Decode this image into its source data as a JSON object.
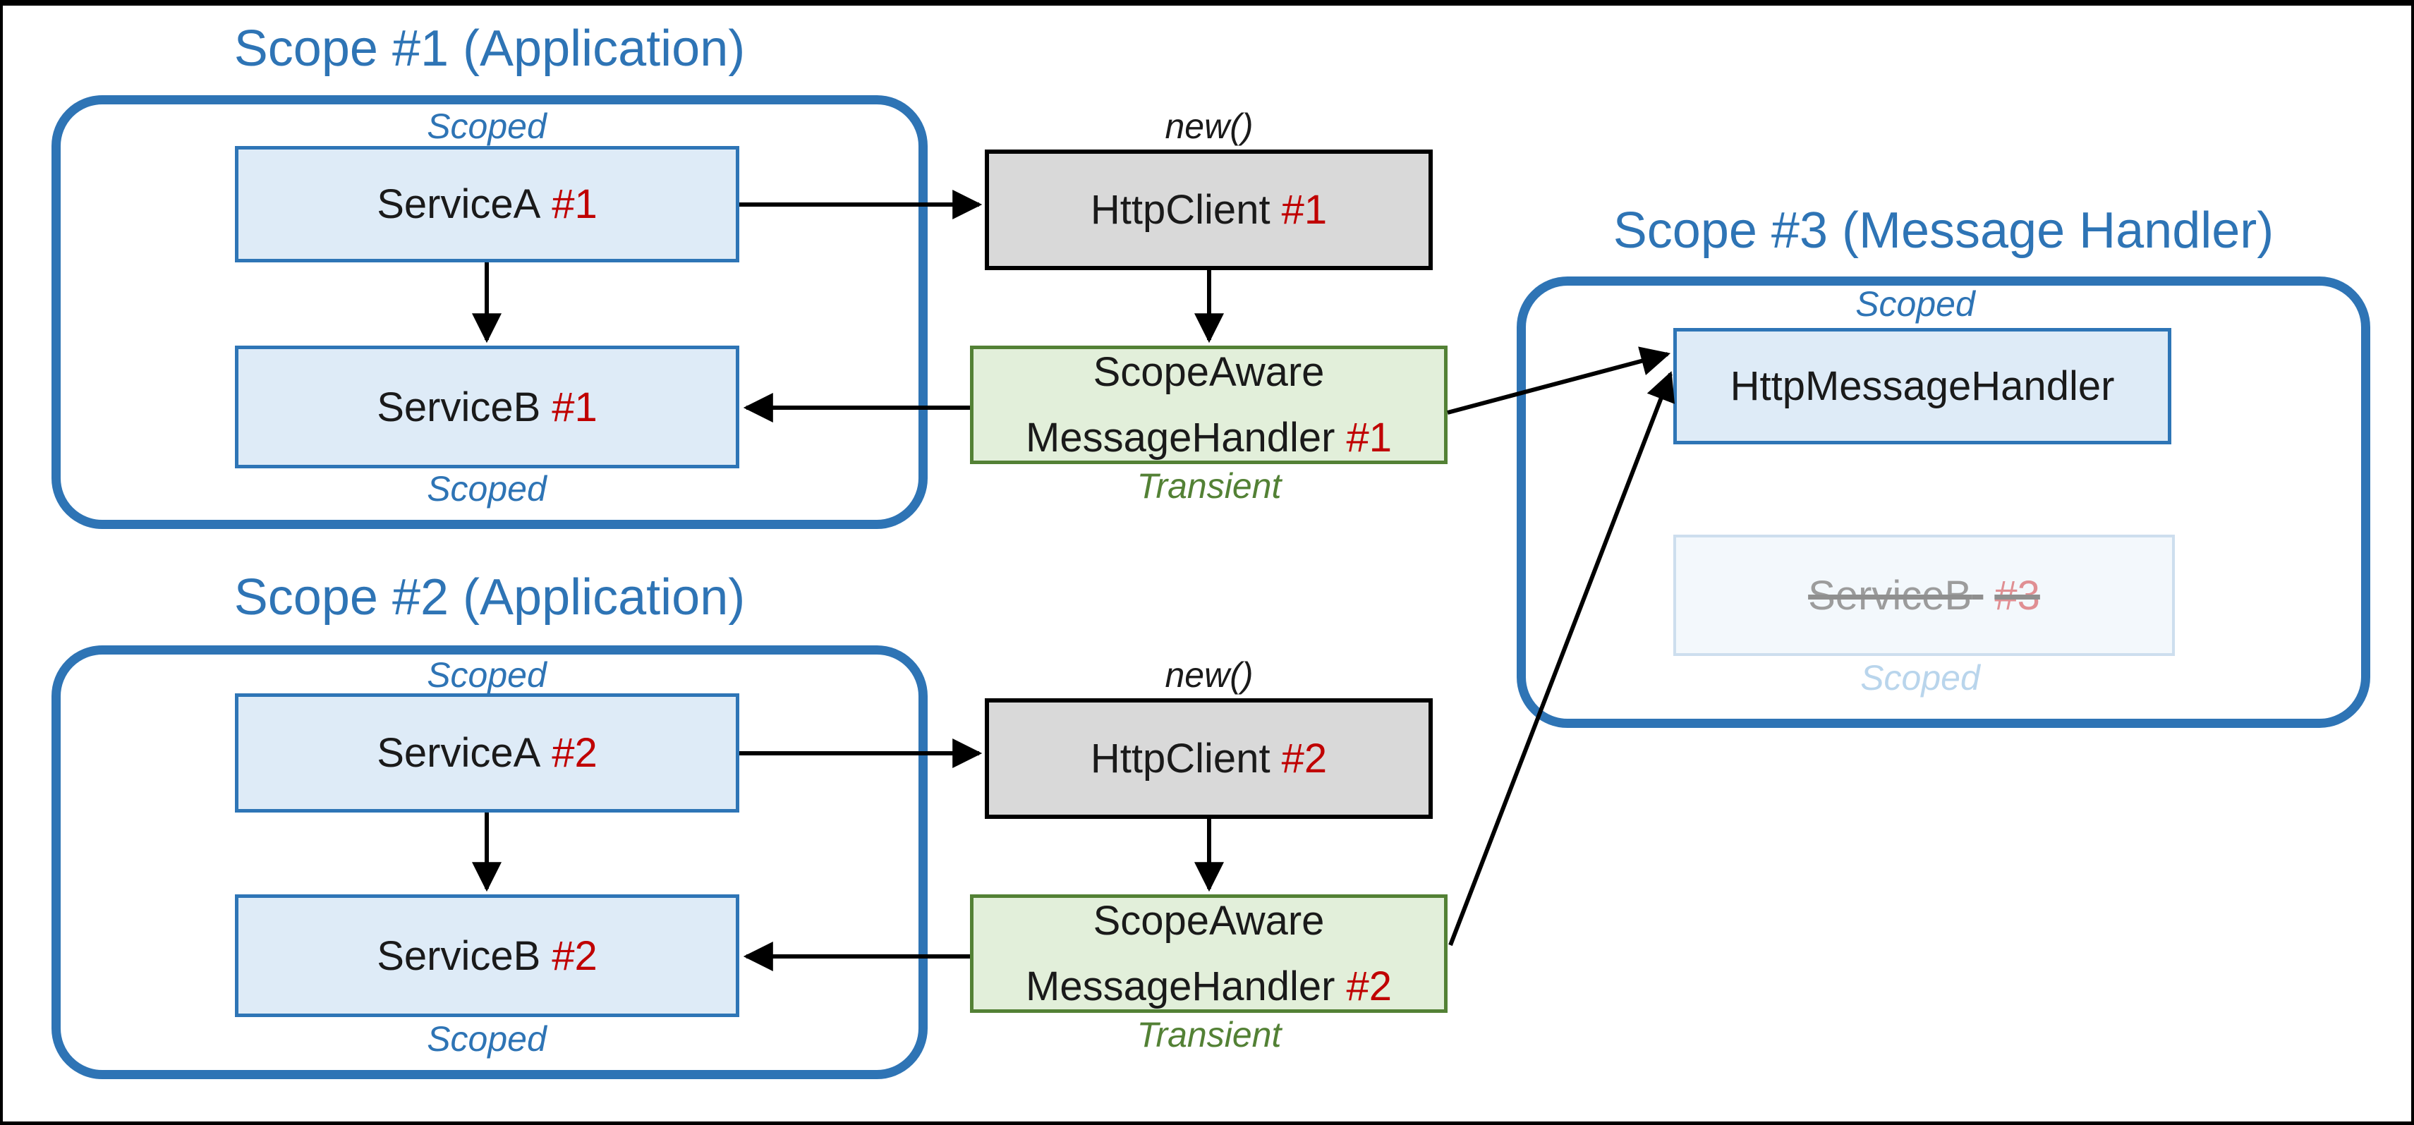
{
  "diagram": {
    "scope1": {
      "title": "Scope #1 (Application)",
      "scoped_top": "Scoped",
      "scoped_bottom": "Scoped",
      "service_a": {
        "name": "ServiceA",
        "instance": "#1"
      },
      "service_b": {
        "name": "ServiceB",
        "instance": "#1"
      }
    },
    "scope2": {
      "title": "Scope #2 (Application)",
      "scoped_top": "Scoped",
      "scoped_bottom": "Scoped",
      "service_a": {
        "name": "ServiceA",
        "instance": "#2"
      },
      "service_b": {
        "name": "ServiceB",
        "instance": "#2"
      }
    },
    "scope3": {
      "title": "Scope #3 (Message Handler)",
      "scoped_top": "Scoped",
      "scoped_bottom": "Scoped",
      "http_message_handler": "HttpMessageHandler",
      "service_b_crossed": {
        "name": "ServiceB",
        "instance": "#3"
      }
    },
    "pipeline1": {
      "new_label": "new()",
      "http_client": {
        "name": "HttpClient",
        "instance": "#1"
      },
      "handler": {
        "line1": "ScopeAware",
        "line2": "MessageHandler",
        "instance": "#1"
      },
      "transient_label": "Transient"
    },
    "pipeline2": {
      "new_label": "new()",
      "http_client": {
        "name": "HttpClient",
        "instance": "#2"
      },
      "handler": {
        "line1": "ScopeAware",
        "line2": "MessageHandler",
        "instance": "#2"
      },
      "transient_label": "Transient"
    },
    "edges": [
      {
        "from": "ServiceA #1",
        "to": "HttpClient #1"
      },
      {
        "from": "ServiceA #1",
        "to": "ServiceB #1"
      },
      {
        "from": "HttpClient #1",
        "to": "ScopeAware MessageHandler #1"
      },
      {
        "from": "ScopeAware MessageHandler #1",
        "to": "ServiceB #1"
      },
      {
        "from": "ScopeAware MessageHandler #1",
        "to": "HttpMessageHandler"
      },
      {
        "from": "ServiceA #2",
        "to": "HttpClient #2"
      },
      {
        "from": "ServiceA #2",
        "to": "ServiceB #2"
      },
      {
        "from": "HttpClient #2",
        "to": "ScopeAware MessageHandler #2"
      },
      {
        "from": "ScopeAware MessageHandler #2",
        "to": "ServiceB #2"
      },
      {
        "from": "ScopeAware MessageHandler #2",
        "to": "HttpMessageHandler"
      }
    ]
  },
  "colors": {
    "scope_border": "#2E74B5",
    "title_text": "#2E74B5",
    "service_fill": "#DEEBF7",
    "service_border": "#2E75B6",
    "httpclient_fill": "#D9D9D9",
    "httpclient_border": "#000000",
    "handler_fill": "#E2EFDA",
    "handler_border": "#538135",
    "transient_green": "#538135",
    "instance_red": "#C00000",
    "faded_box_fill": "#F3F8FC",
    "faded_box_border": "#CDDEEE",
    "faded_text_gray": "#9C9C9C",
    "faded_text_red": "#E08F93",
    "faded_label_blue": "#B9D5EC",
    "arrow_black": "#000000"
  }
}
